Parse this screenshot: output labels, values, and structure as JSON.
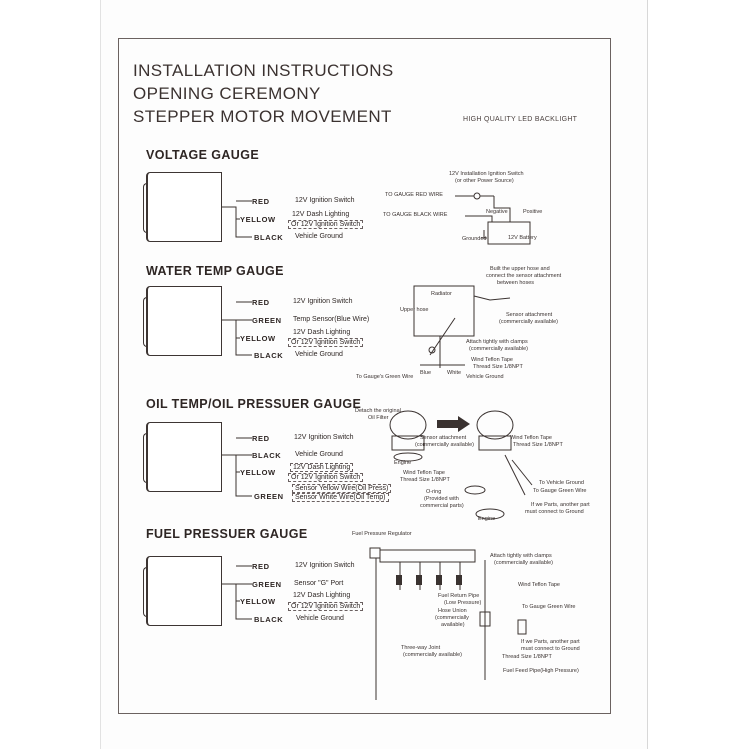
{
  "header": {
    "line1": "INSTALLATION INSTRUCTIONS",
    "line2": "OPENING CEREMONY",
    "line3": "STEPPER MOTOR MOVEMENT",
    "led": "HIGH QUALITY LED BACKLIGHT"
  },
  "voltage": {
    "title": "VOLTAGE GAUGE",
    "wires": [
      {
        "color": "RED",
        "desc": "12V Ignition Switch"
      },
      {
        "color": "YELLOW",
        "desc1": "12V Dash Lighting",
        "desc2": "Or 12V Ignition Switch"
      },
      {
        "color": "BLACK",
        "desc": "Vehicle Ground"
      }
    ],
    "diagram": {
      "switch": "12V Installation Ignition Switch",
      "switch2": "(or other Power Source)",
      "red": "TO GAUGE RED WIRE",
      "black": "TO GAUGE BLACK WIRE",
      "neg": "Negative",
      "pos": "Positive",
      "ground": "Grounded",
      "battery": "12V Battery"
    }
  },
  "water": {
    "title": "WATER TEMP GAUGE",
    "wires": [
      {
        "color": "RED",
        "desc": "12V Ignition Switch"
      },
      {
        "color": "GREEN",
        "desc": "Temp Sensor(Blue Wire)"
      },
      {
        "color": "YELLOW",
        "desc1": "12V Dash Lighting",
        "desc2": "Or 12V Ignition Switch"
      },
      {
        "color": "BLACK",
        "desc": "Vehicle Ground"
      }
    ],
    "diagram": {
      "note1": "Built the upper hose and",
      "note2": "connect the sensor attachment",
      "note3": "between hoses",
      "radiator": "Radiator",
      "upper": "Upper hose",
      "sensor1": "Sensor attachment",
      "sensor2": "(commercially available)",
      "attach1": "Attach tightly with clamps",
      "attach2": "(commercially available)",
      "teflon1": "Wind Teflon Tape",
      "teflon2": "Thread Size 1/8NPT",
      "togauge": "To Gauge's Green Wire",
      "blue": "Blue",
      "white": "White",
      "ground": "Vehicle Ground"
    }
  },
  "oil": {
    "title": "OIL TEMP/OIL PRESSUER GAUGE",
    "wires": [
      {
        "color": "RED",
        "desc": "12V Ignition Switch"
      },
      {
        "color": "BLACK",
        "desc": "Vehicle Ground"
      },
      {
        "color": "YELLOW",
        "desc1": "12V Dash Lighting",
        "desc2": "Or 12V Ignition Switch"
      },
      {
        "color": "GREEN",
        "desc1": "Sensor Yellow Wire(Oil Press)",
        "desc2": "Sensor White Wire(Oil Temp)"
      }
    ],
    "diagram": {
      "detach1": "Detach the original",
      "detach2": "Oil Filter",
      "sensor1": "Sensor attachment",
      "sensor2": "(commercially available)",
      "engine": "Engine",
      "teflon1": "Wind Teflon Tape",
      "teflon2": "Thread Size 1/8NPT",
      "teflon3": "Wind Teflon Tape",
      "teflon4": "Thread Size 1/8NPT",
      "oring1": "O-ring",
      "oring2": "(Provided with",
      "oring3": "commercial parts)",
      "vground": "To Vehicle Ground",
      "green": "To Gauge Green Wire",
      "other1": "If we Parts, another part",
      "other2": "must connect to Ground",
      "engine2": "Engine"
    }
  },
  "fuel": {
    "title": "FUEL PRESSUER GAUGE",
    "wires": [
      {
        "color": "RED",
        "desc": "12V Ignition Switch"
      },
      {
        "color": "GREEN",
        "desc": "Sensor \"G\" Port"
      },
      {
        "color": "YELLOW",
        "desc1": "12V Dash Lighting",
        "desc2": "Or 12V Ignition Switch"
      },
      {
        "color": "BLACK",
        "desc": "Vehicle Ground"
      }
    ],
    "diagram": {
      "regulator": "Fuel Pressure Regulator",
      "attach1": "Attach tightly with clamps",
      "attach2": "(commercially available)",
      "teflon": "Wind Teflon Tape",
      "ret1": "Fuel Return Pipe",
      "ret2": "(Low Pressure)",
      "hose1": "Hose Union",
      "hose2": "(commercially",
      "hose3": "available)",
      "green": "To Gauge Green Wire",
      "three1": "Three-way Joint",
      "three2": "(commercially available)",
      "other1": "If we Parts, another part",
      "other2": "must connect to Ground",
      "thread": "Thread Size 1/8NPT",
      "feed": "Fuel Feed Pipe(High Pressure)"
    }
  }
}
